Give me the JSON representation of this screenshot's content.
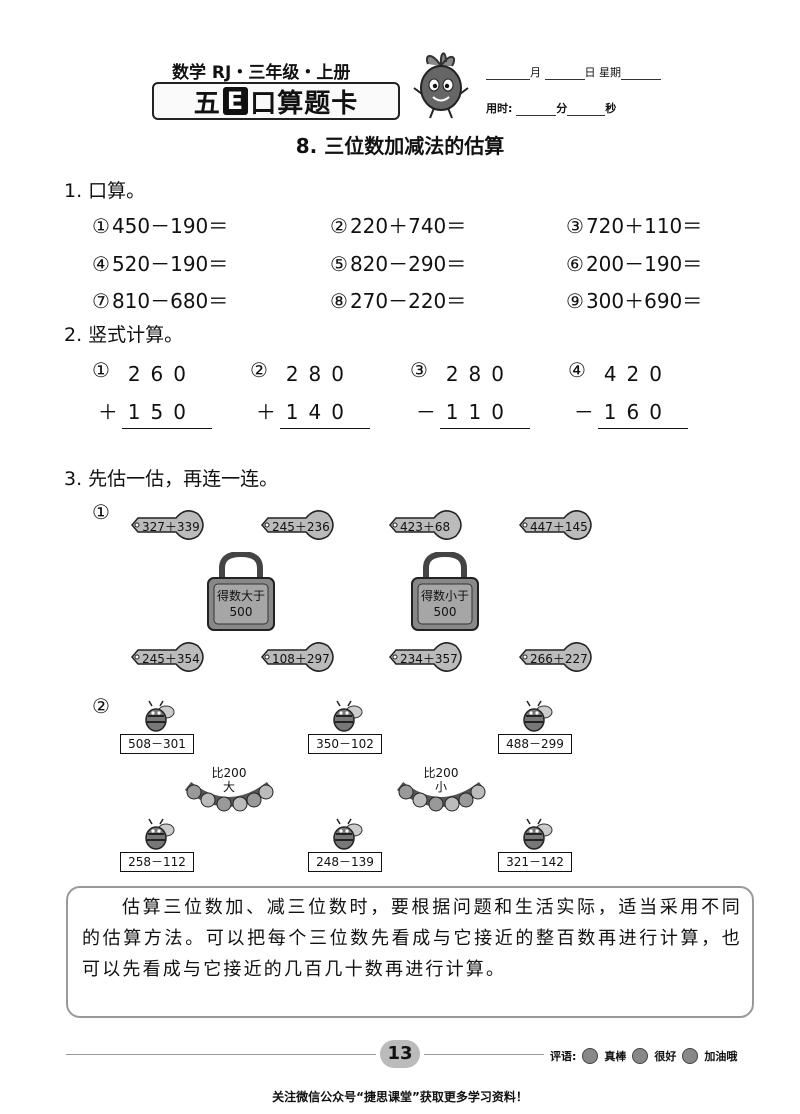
{
  "header": {
    "subject": "数学 RJ・三年级・上册",
    "brand_pre": "五",
    "brand_e": "E",
    "brand_post": "口算题卡",
    "date_month": "月",
    "date_day": "日",
    "date_weekday": "星期",
    "time_label": "用时:",
    "time_min": "分",
    "time_sec": "秒"
  },
  "page_title": "8. 三位数加减法的估算",
  "section1": {
    "title": "1. 口算。",
    "problems": [
      {
        "idx": "①",
        "expr": "450－190＝"
      },
      {
        "idx": "②",
        "expr": "220＋740＝"
      },
      {
        "idx": "③",
        "expr": "720＋110＝"
      },
      {
        "idx": "④",
        "expr": "520－190＝"
      },
      {
        "idx": "⑤",
        "expr": "820－290＝"
      },
      {
        "idx": "⑥",
        "expr": "200－190＝"
      },
      {
        "idx": "⑦",
        "expr": "810－680＝"
      },
      {
        "idx": "⑧",
        "expr": "270－220＝"
      },
      {
        "idx": "⑨",
        "expr": "300＋690＝"
      }
    ]
  },
  "section2": {
    "title": "2. 竖式计算。",
    "items": [
      {
        "idx": "①",
        "top": "260",
        "bottom": "＋150"
      },
      {
        "idx": "②",
        "top": "280",
        "bottom": "＋140"
      },
      {
        "idx": "③",
        "top": "280",
        "bottom": "－110"
      },
      {
        "idx": "④",
        "top": "420",
        "bottom": "－160"
      }
    ]
  },
  "section3": {
    "title": "3. 先估一估，再连一连。",
    "part1_idx": "①",
    "keys_top": [
      "327＋339",
      "245＋236",
      "423＋68",
      "447＋145"
    ],
    "locks": [
      "得数大于500",
      "得数小于500"
    ],
    "keys_bottom": [
      "245＋354",
      "108＋297",
      "234＋357",
      "266＋227"
    ],
    "part2_idx": "②",
    "bees_top": [
      "508－301",
      "350－102",
      "488－299"
    ],
    "flowers": [
      {
        "line1": "比200",
        "line2": "大"
      },
      {
        "line1": "比200",
        "line2": "小"
      }
    ],
    "bees_bottom": [
      "258－112",
      "248－139",
      "321－142"
    ]
  },
  "tip": "估算三位数加、减三位数时，要根据问题和生活实际，适当采用不同的估算方法。可以把每个三位数先看成与它接近的整百数再进行计算，也可以先看成与它接近的几百几十数再进行计算。",
  "footer": {
    "page_number": "13",
    "rating_label": "评语:",
    "rating_1": "真棒",
    "rating_2": "很好",
    "rating_3": "加油哦",
    "note": "关注微信公众号“捷思课堂”获取更多学习资料！"
  }
}
